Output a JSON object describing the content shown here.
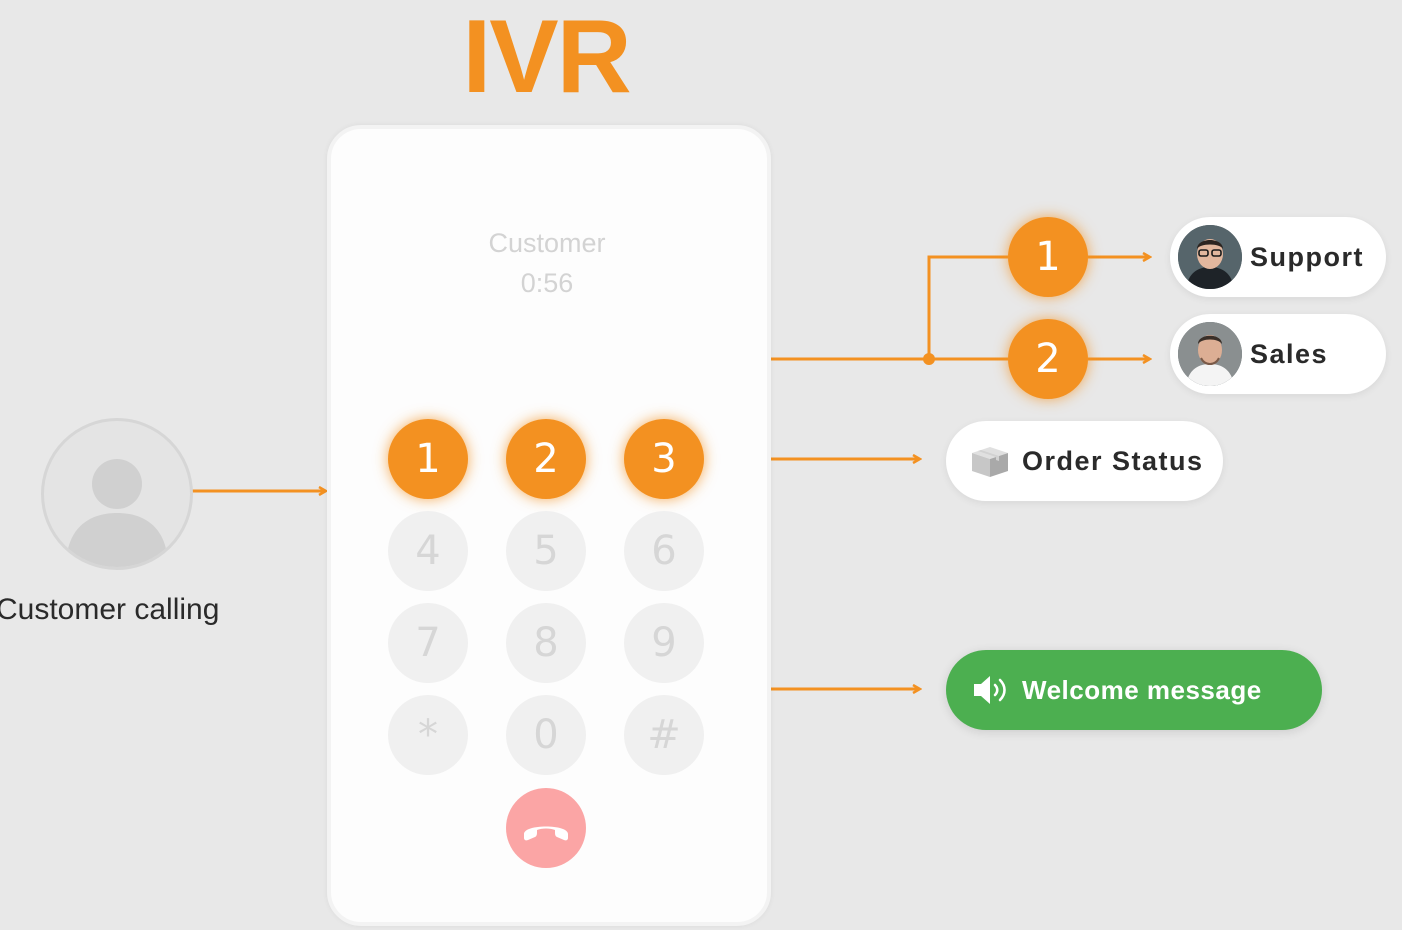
{
  "title": "IVR",
  "caller": {
    "label": "Customer calling",
    "icon": "user-avatar-icon"
  },
  "phone": {
    "caller_name": "Customer",
    "call_time": "0:56",
    "keypad": [
      "1",
      "2",
      "3",
      "4",
      "5",
      "6",
      "7",
      "8",
      "9",
      "*",
      "0",
      "#"
    ],
    "active_keys": [
      "1",
      "2",
      "3"
    ],
    "end_call_icon": "hang-up-icon"
  },
  "submenu_options": [
    "1",
    "2"
  ],
  "destinations": {
    "support": "Support",
    "sales": "Sales",
    "order_status": "Order Status",
    "welcome_message": "Welcome message"
  },
  "colors": {
    "accent": "#f39121",
    "green": "#4caf50",
    "end_call": "#fba5a5",
    "background": "#e8e8e8"
  }
}
